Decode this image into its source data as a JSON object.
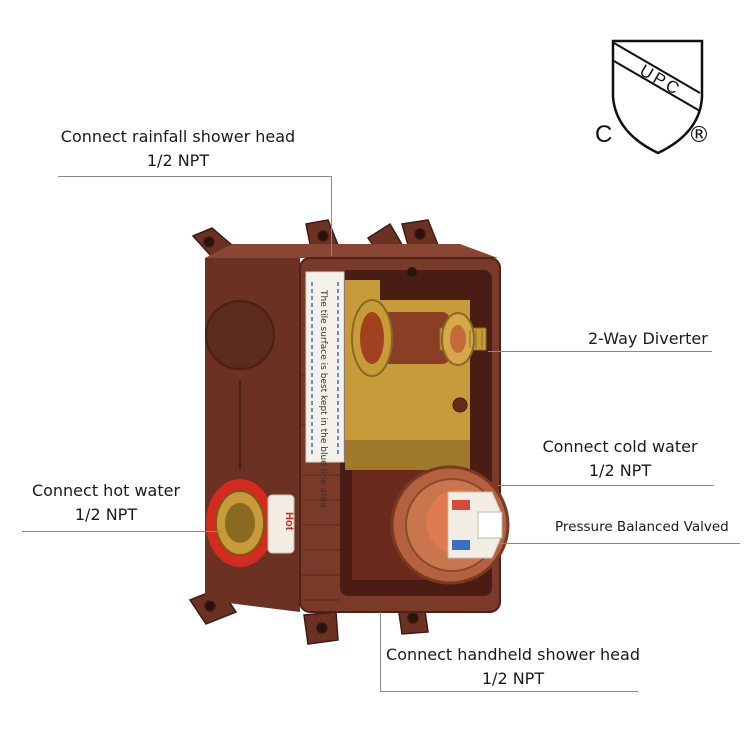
{
  "certification": {
    "mark_text": "UPC",
    "left_letter": "C",
    "registered_symbol": "®"
  },
  "callouts": {
    "rainfall": {
      "line1": "Connect rainfall shower head",
      "line2": "1/2 NPT"
    },
    "diverter": {
      "line1": "2-Way Diverter"
    },
    "cold": {
      "line1": "Connect cold water",
      "line2": "1/2 NPT"
    },
    "pressure": {
      "line1": "Pressure Balanced Valved"
    },
    "hot": {
      "line1": "Connect hot water",
      "line2": "1/2 NPT"
    },
    "handheld": {
      "line1": "Connect handheld shower head",
      "line2": "1/2 NPT"
    }
  },
  "product": {
    "hot_label": "Hot",
    "tile_note": "The tile surface is best kept in the blue line area"
  },
  "colors": {
    "body": "#7a3a2a",
    "body_dark": "#4e2218",
    "brass": "#c79b3a",
    "copper": "#b5613f",
    "hot_red": "#d52a1f"
  }
}
